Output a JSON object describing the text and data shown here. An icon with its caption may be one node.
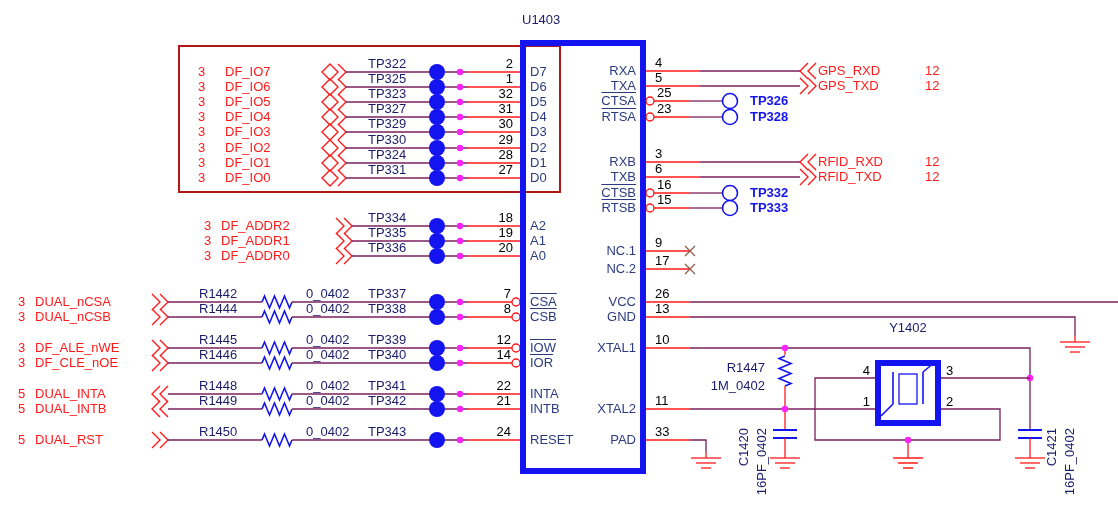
{
  "diagram": {
    "nodes": [
      {
        "text": [
          "U1403",
          "D7",
          "D6",
          "D5",
          "D4",
          "D3",
          "D2",
          "D1",
          "D0",
          "A2",
          "A1",
          "A0",
          "CSA",
          "CSB",
          "IOW",
          "IOR",
          "INTA",
          "INTB",
          "RESET",
          "RXA",
          "TXA",
          "CTSA",
          "RTSA",
          "RXB",
          "TXB",
          "CTSB",
          "RTSB",
          "NC.1",
          "NC.2",
          "VCC",
          "GND",
          "XTAL1",
          "XTAL2",
          "PAD"
        ]
      }
    ],
    "labels": [
      "3",
      "DF_IO7",
      "TP322",
      "2",
      "3",
      "DF_IO6",
      "TP325",
      "1",
      "3",
      "DF_IO5",
      "TP323",
      "32",
      "3",
      "DF_IO4",
      "TP327",
      "31",
      "3",
      "DF_IO3",
      "TP329",
      "30",
      "3",
      "DF_IO2",
      "TP330",
      "29",
      "3",
      "DF_IO1",
      "TP324",
      "28",
      "3",
      "DF_IO0",
      "TP331",
      "27",
      "3",
      "DF_ADDR2",
      "TP334",
      "18",
      "3",
      "DF_ADDR1",
      "TP335",
      "19",
      "3",
      "DF_ADDR0",
      "TP336",
      "20",
      "3",
      "DUAL_nCSA",
      "R1442",
      "0_0402",
      "TP337",
      "7",
      "3",
      "DUAL_nCSB",
      "R1444",
      "0_0402",
      "TP338",
      "8",
      "3",
      "DF_ALE_nWE",
      "R1445",
      "0_0402",
      "TP339",
      "12",
      "3",
      "DF_CLE_nOE",
      "R1446",
      "0_0402",
      "TP340",
      "14",
      "5",
      "DUAL_INTA",
      "R1448",
      "0_0402",
      "TP341",
      "22",
      "5",
      "DUAL_INTB",
      "R1449",
      "0_0402",
      "TP342",
      "21",
      "5",
      "DUAL_RST",
      "R1450",
      "0_0402",
      "TP343",
      "24",
      "4",
      "GPS_RXD",
      "12",
      "5",
      "GPS_TXD",
      "12",
      "25",
      "TP326",
      "23",
      "TP328",
      "3",
      "RFID_RXD",
      "12",
      "6",
      "RFID_TXD",
      "12",
      "16",
      "TP332",
      "15",
      "TP333",
      "9",
      "17",
      "26",
      "13",
      "10",
      "11",
      "33",
      "Y1402",
      "R1447",
      "1M_0402",
      "C1420",
      "16PF_0402",
      "C1421",
      "16PF_0402",
      "4",
      "3",
      "1",
      "2"
    ]
  }
}
